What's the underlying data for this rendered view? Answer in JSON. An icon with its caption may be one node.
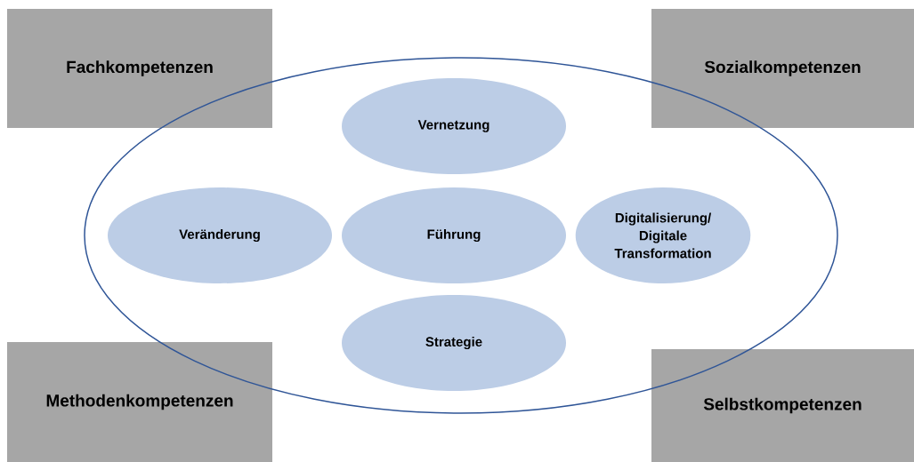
{
  "diagram": {
    "nodes": [
      {
        "text": [
          "Fachkompetenzen"
        ]
      },
      {
        "text": [
          "Sozialkompetenzen"
        ]
      },
      {
        "text": [],
        "shape": "ellipse"
      },
      {
        "text": [
          "Vernetzung"
        ],
        "in": 2
      },
      {
        "text": [
          "Veränderung"
        ],
        "in": 2
      },
      {
        "text": [
          "Führung"
        ],
        "in": 2
      },
      {
        "text": [
          "Digitalisierung/ Digitale Transformation"
        ],
        "in": 2
      },
      {
        "text": [
          "Strategie"
        ],
        "in": 2
      },
      {
        "text": [
          "Methodenkompetenzen"
        ]
      },
      {
        "text": [
          "Selbstkompetenzen"
        ]
      }
    ]
  }
}
